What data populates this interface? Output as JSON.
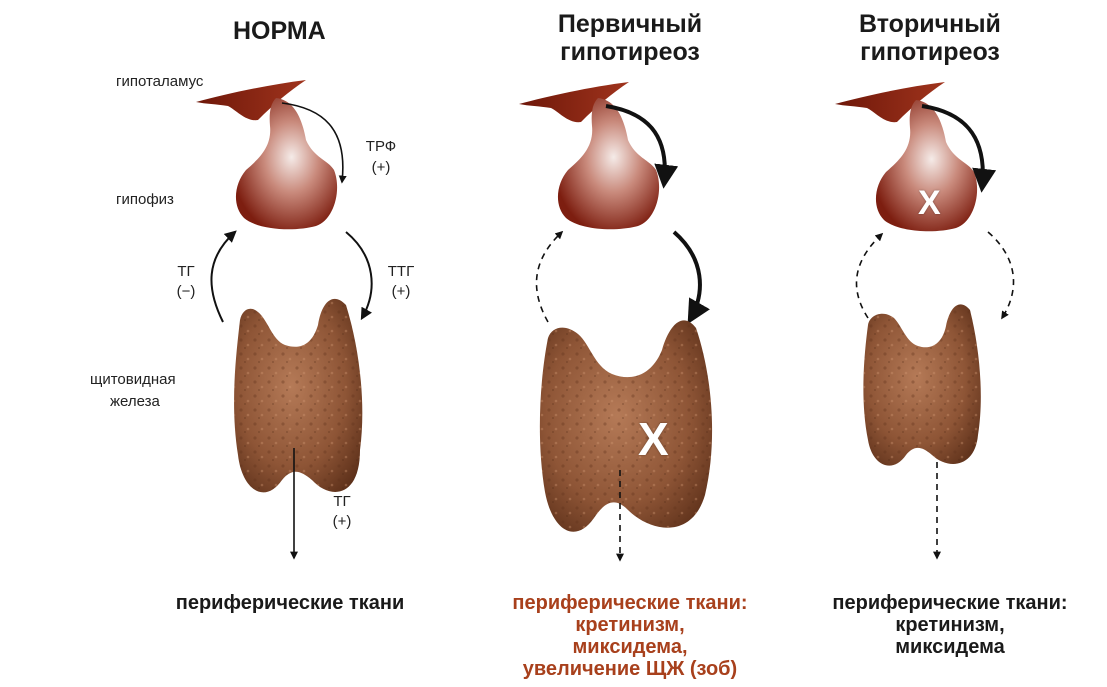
{
  "colors": {
    "hypothalamus": "#7a1b0c",
    "pituitary_dark": "#7d1e10",
    "pituitary_light": "#f3e6e2",
    "thyroid_dark": "#6b3a22",
    "thyroid_light": "#b27653",
    "highlight_text": "#a8401c"
  },
  "columns": [
    {
      "title": "НОРМА",
      "labels": {
        "hypothalamus": "гипоталамус",
        "pituitary": "гипофиз",
        "thyroid_line1": "щитовидная",
        "thyroid_line2": "железа",
        "trf": "ТРФ",
        "trf_sign": "(+)",
        "tg_left": "ТГ",
        "tg_left_sign": "(−)",
        "ttg": "ТТГ",
        "ttg_sign": "(+)",
        "tg_down": "ТГ",
        "tg_down_sign": "(+)"
      },
      "output": [
        "периферические ткани"
      ]
    },
    {
      "title_line1": "Первичный",
      "title_line2": "гипотиреоз",
      "block_mark": "X",
      "output": [
        "периферические ткани:",
        "кретинизм,",
        "миксидема,",
        "увеличение ЩЖ (зоб)"
      ]
    },
    {
      "title_line1": "Вторичный",
      "title_line2": "гипотиреоз",
      "block_mark": "X",
      "output": [
        "периферические ткани:",
        "кретинизм,",
        "миксидема"
      ]
    }
  ]
}
